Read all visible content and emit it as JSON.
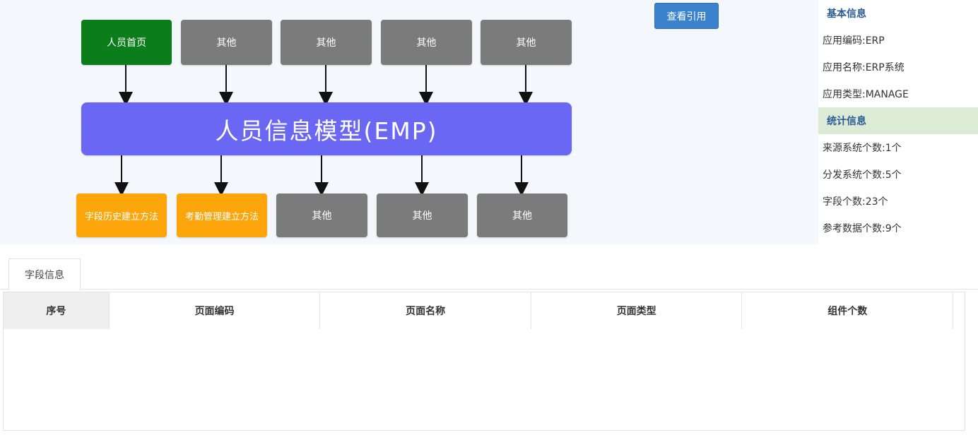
{
  "diagram": {
    "top_nodes": [
      {
        "label": "人员首页",
        "color": "#0c7d1b"
      },
      {
        "label": "其他",
        "color": "#7b7b7b"
      },
      {
        "label": "其他",
        "color": "#7b7b7b"
      },
      {
        "label": "其他",
        "color": "#7b7b7b"
      },
      {
        "label": "其他",
        "color": "#7b7b7b"
      }
    ],
    "center_node": {
      "label": "人员信息模型(EMP)",
      "color": "#6a67f4"
    },
    "bottom_nodes": [
      {
        "label": "字段历史建立方法",
        "color": "#fca60c"
      },
      {
        "label": "考勤管理建立方法",
        "color": "#fca60c"
      },
      {
        "label": "其他",
        "color": "#7b7b7b"
      },
      {
        "label": "其他",
        "color": "#7b7b7b"
      },
      {
        "label": "其他",
        "color": "#7b7b7b"
      }
    ]
  },
  "actions": {
    "view_references": "查看引用"
  },
  "info": {
    "basic_title": "基本信息",
    "app_code": "应用编码:ERP",
    "app_name": "应用名称:ERP系统",
    "app_type": "应用类型:MANAGE",
    "stats_title": "统计信息",
    "source_systems": "来源系统个数:1个",
    "dist_systems": "分发系统个数:5个",
    "field_count": "字段个数:23个",
    "ref_data_count": "参考数据个数:9个"
  },
  "tabs": [
    {
      "label": "字段信息"
    }
  ],
  "table": {
    "columns": [
      "序号",
      "页面编码",
      "页面名称",
      "页面类型",
      "组件个数"
    ],
    "rows": []
  },
  "colors": {
    "page_bg": "#f4f7fc",
    "accent_button": "#3a83cc",
    "info_header_text": "#2b5b93",
    "stats_header_bg": "#dcebd6"
  }
}
